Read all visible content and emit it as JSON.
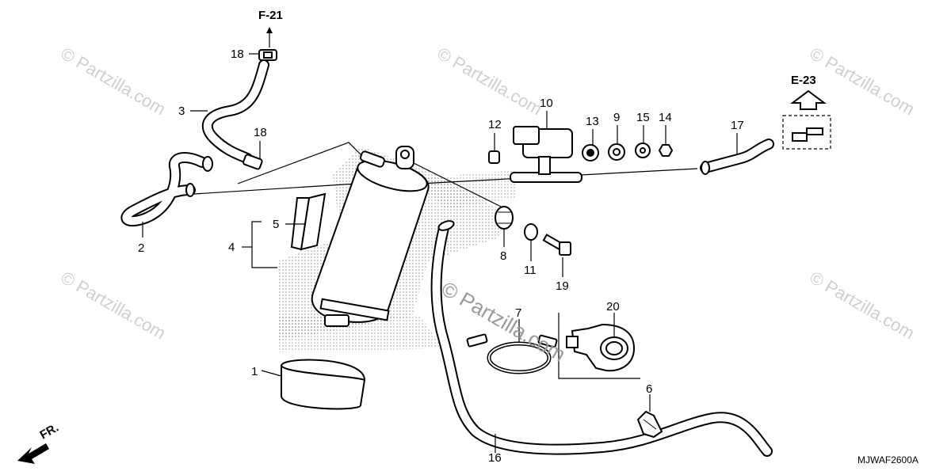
{
  "diagram": {
    "code": "MJWAF2600A",
    "direction_label": "FR.",
    "refs": {
      "f21": "F-21",
      "e23": "E-23"
    },
    "part_labels": {
      "p1": "1",
      "p2": "2",
      "p3": "3",
      "p4": "4",
      "p5": "5",
      "p6": "6",
      "p7": "7",
      "p8": "8",
      "p9": "9",
      "p10": "10",
      "p11": "11",
      "p12": "12",
      "p13": "13",
      "p14": "14",
      "p15": "15",
      "p16": "16",
      "p17": "17",
      "p18a": "18",
      "p18b": "18",
      "p19": "19",
      "p20": "20"
    },
    "watermark": {
      "center": "© Partzilla.com",
      "tile": "© Partzilla.com"
    }
  }
}
